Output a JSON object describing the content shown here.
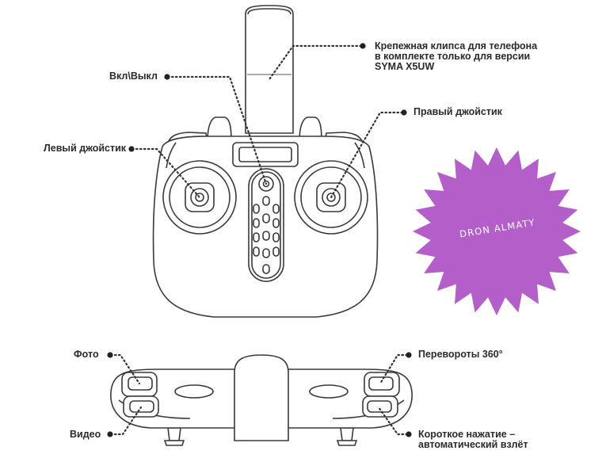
{
  "labels": {
    "phone_clip_line1": "Крепежная клипса для телефона",
    "phone_clip_line2": "в комплекте только для версии",
    "phone_clip_line3": "SYMA X5UW",
    "power": "Вкл\\Выкл",
    "right_stick": "Правый джойстик",
    "left_stick": "Левый джойстик",
    "photo": "Фото",
    "video": "Видео",
    "flips": "Перевороты 360°",
    "takeoff_line1": "Короткое нажатие –",
    "takeoff_line2": "автоматический взлёт"
  },
  "watermark": {
    "text": "DRON ALMATY",
    "color": "#b45fc9"
  },
  "colors": {
    "outline": "#3a3a3a",
    "label_text": "#2a2a2a"
  }
}
